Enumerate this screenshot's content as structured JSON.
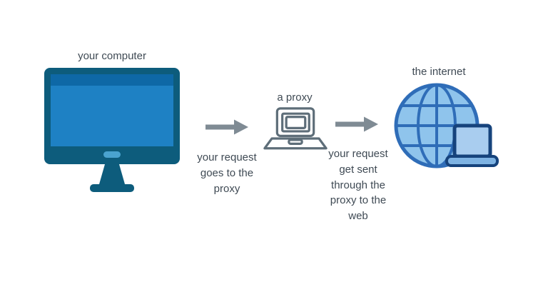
{
  "diagram": {
    "title": "proxy-flow-diagram",
    "nodes": {
      "computer": {
        "label": "your computer",
        "icon": "desktop-monitor-icon"
      },
      "proxy": {
        "label": "a proxy",
        "icon": "laptop-outline-icon"
      },
      "internet": {
        "label": "the internet",
        "icon": "globe-with-laptop-icon"
      }
    },
    "captions": {
      "to_proxy": "your request goes to the proxy",
      "through_proxy": "your request get sent through the proxy to the web"
    },
    "icons": {
      "arrow1": "arrow-right-icon",
      "arrow2": "arrow-right-icon"
    },
    "colors": {
      "monitor_frame": "#0d5c7c",
      "monitor_screen": "#1e81c4",
      "monitor_topbar": "#0e68a6",
      "monitor_pill": "#4aa3cf",
      "arrow_gray": "#7f8b94",
      "proxy_outline": "#5e6e79",
      "globe_fill": "#8fc4ec",
      "globe_outline": "#2f6db8",
      "laptop_dark": "#16437c",
      "laptop_fill": "#a9cdef",
      "text": "#3f4a54"
    }
  }
}
